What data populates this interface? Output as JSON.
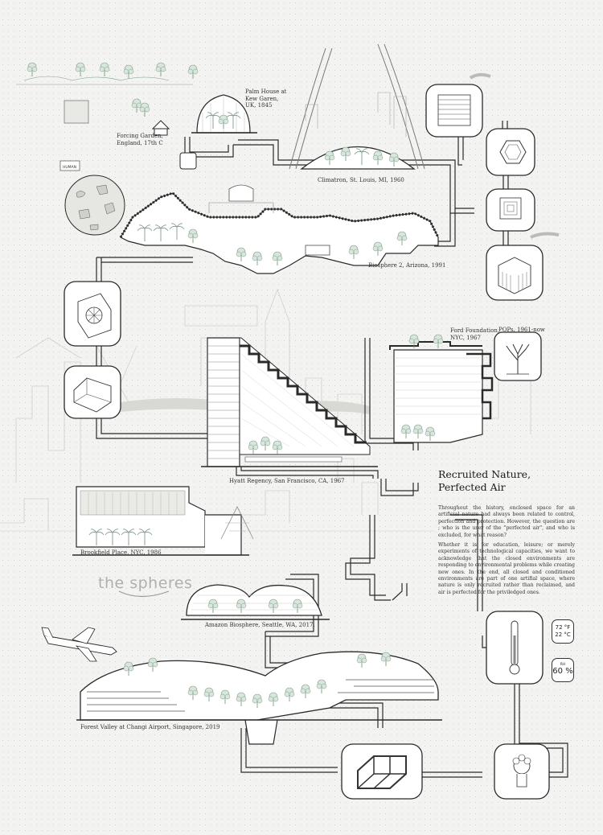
{
  "title": "Recruited Nature,\nPerfected Air",
  "paragraphs": [
    "Throughout the history, enclosed space for an artificial nature had always been related to control, perfection and protection. However, the question are ; who is the user of the \"perfected air\", and who is excluded, for what reason?",
    "Whether it is for education, leisure; or merely experiments of technological capacities, we want to acknowledge that the closed environments are responding to environmental problems while creating new ones. In the end, all closed and conditioned environments are part of one artifial space, where nature is only recruited rather than reclaimed, and air is perfected for the priviledged ones."
  ],
  "captions": {
    "forcing_garden": "Forcing Garden,\nEngland, 17th C",
    "palm_house": "Palm House at\nKew Garen,\nUK, 1845",
    "climatron": "Climatron, St. Louis, MI, 1960",
    "biosphere": "Biosphere 2,  Arizona, 1991",
    "ford": "Ford Foundation,\nNYC, 1967",
    "pops": "POPs, 1961-now",
    "hyatt": "Hyatt Regency, San Francisco, CA, 1967",
    "brookfield": "Brookfield Place, NYC, 1986",
    "amazon": "Amazon Biosphere, Seattle, WA, 2017.",
    "changi": "Forest Valley at Changi Airport, Singapore, 2019"
  },
  "brand_text": "the spheres",
  "flag_text": "HUMAN",
  "temperature": {
    "fahrenheit": "72 °F",
    "celsius": "22 °C"
  },
  "humidity": {
    "label": "RH",
    "value": "60 %"
  },
  "colors": {
    "line": "#2a2a2a",
    "plant": "#7d9c8a",
    "ghost": "#c9c9c6",
    "background": "#f3f3f1"
  },
  "icons": [
    "server-rack-icon",
    "hex-filter-icon",
    "air-duct-icon",
    "ac-unit-icon",
    "fan-icon",
    "air-handler-icon",
    "thermometer-icon",
    "sprinkler-icon",
    "pipe-frame-icon",
    "airplane-icon",
    "moon-icon"
  ]
}
